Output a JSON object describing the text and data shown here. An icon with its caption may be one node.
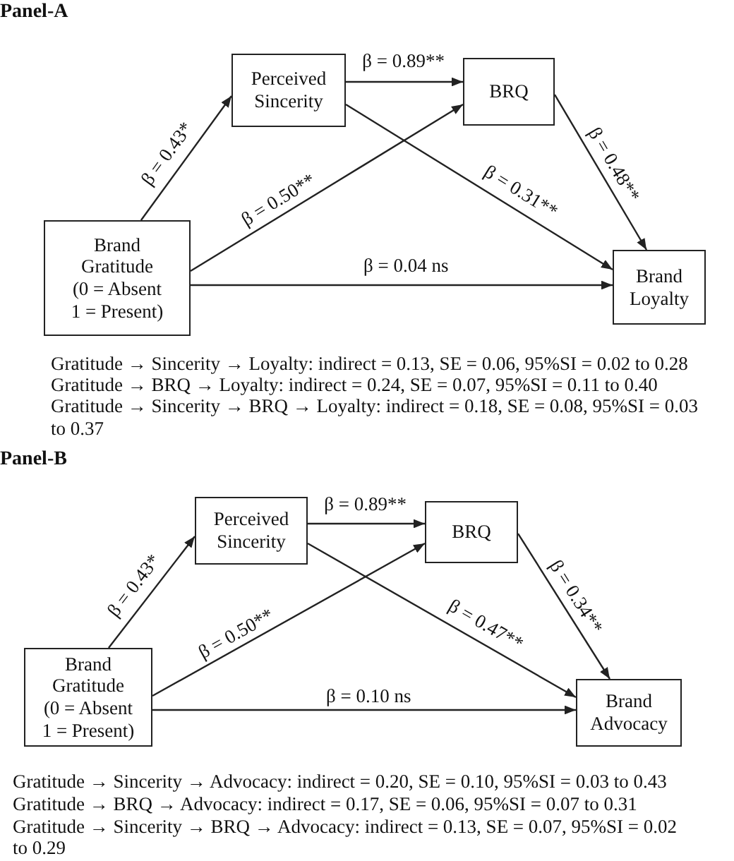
{
  "diagram": {
    "nodes": [
      {
        "text": [
          "Perceived Sincerity"
        ]
      },
      {
        "text": [
          "BRQ"
        ]
      },
      {
        "text": [
          "Brand Gratitude",
          "(0 = Absent 1 = Present)"
        ]
      },
      {
        "text": [
          "Brand Loyalty"
        ]
      },
      {
        "text": [
          "Perceived Sincerity"
        ]
      },
      {
        "text": [
          "BRQ"
        ]
      },
      {
        "text": [
          "Brand Gratitude",
          "(0 = Absent 1 = Present)"
        ]
      },
      {
        "text": [
          "Brand Advocacy"
        ]
      }
    ],
    "edges": [
      {
        "from": 2,
        "to": 0,
        "arrow": "to",
        "label": "β = 0.43*"
      },
      {
        "from": 0,
        "to": 1,
        "arrow": "to",
        "label": "β = 0.89**"
      },
      {
        "from": 2,
        "to": 1,
        "arrow": "to",
        "label": "β = 0.50**"
      },
      {
        "from": 0,
        "to": 3,
        "arrow": "to",
        "label": "β = 0.31**"
      },
      {
        "from": 1,
        "to": 3,
        "arrow": "to",
        "label": "β = 0.48**"
      },
      {
        "from": 2,
        "to": 3,
        "arrow": "to",
        "label": "β = 0.04 ns"
      },
      {
        "from": 6,
        "to": 4,
        "arrow": "to",
        "label": "β = 0.43*"
      },
      {
        "from": 4,
        "to": 5,
        "arrow": "to",
        "label": "β = 0.89**"
      },
      {
        "from": 6,
        "to": 5,
        "arrow": "to",
        "label": "β = 0.50**"
      },
      {
        "from": 4,
        "to": 7,
        "arrow": "to",
        "label": "β = 0.47**"
      },
      {
        "from": 5,
        "to": 7,
        "arrow": "to",
        "label": "β = 0.34**"
      },
      {
        "from": 6,
        "to": 7,
        "arrow": "to",
        "label": "β = 0.10 ns"
      }
    ],
    "labels": [
      "Panel-A",
      "Gratitude → Sincerity → Loyalty: indirect = 0.13, SE = 0.06, 95%SI = 0.02 to 0.28",
      "Gratitude → BRQ → Loyalty: indirect = 0.24, SE = 0.07, 95%SI = 0.11 to 0.40",
      "Gratitude → Sincerity → BRQ → Loyalty: indirect = 0.18, SE = 0.08, 95%SI = 0.03 to 0.37",
      "Panel-B",
      "Gratitude → Sincerity → Advocacy: indirect = 0.20, SE = 0.10, 95%SI = 0.03 to 0.43",
      "Gratitude → BRQ → Advocacy: indirect = 0.17, SE = 0.06, 95%SI = 0.07 to 0.31",
      "Gratitude → Sincerity → BRQ → Advocacy: indirect = 0.13, SE = 0.07, 95%SI = 0.02 to 0.29"
    ]
  }
}
